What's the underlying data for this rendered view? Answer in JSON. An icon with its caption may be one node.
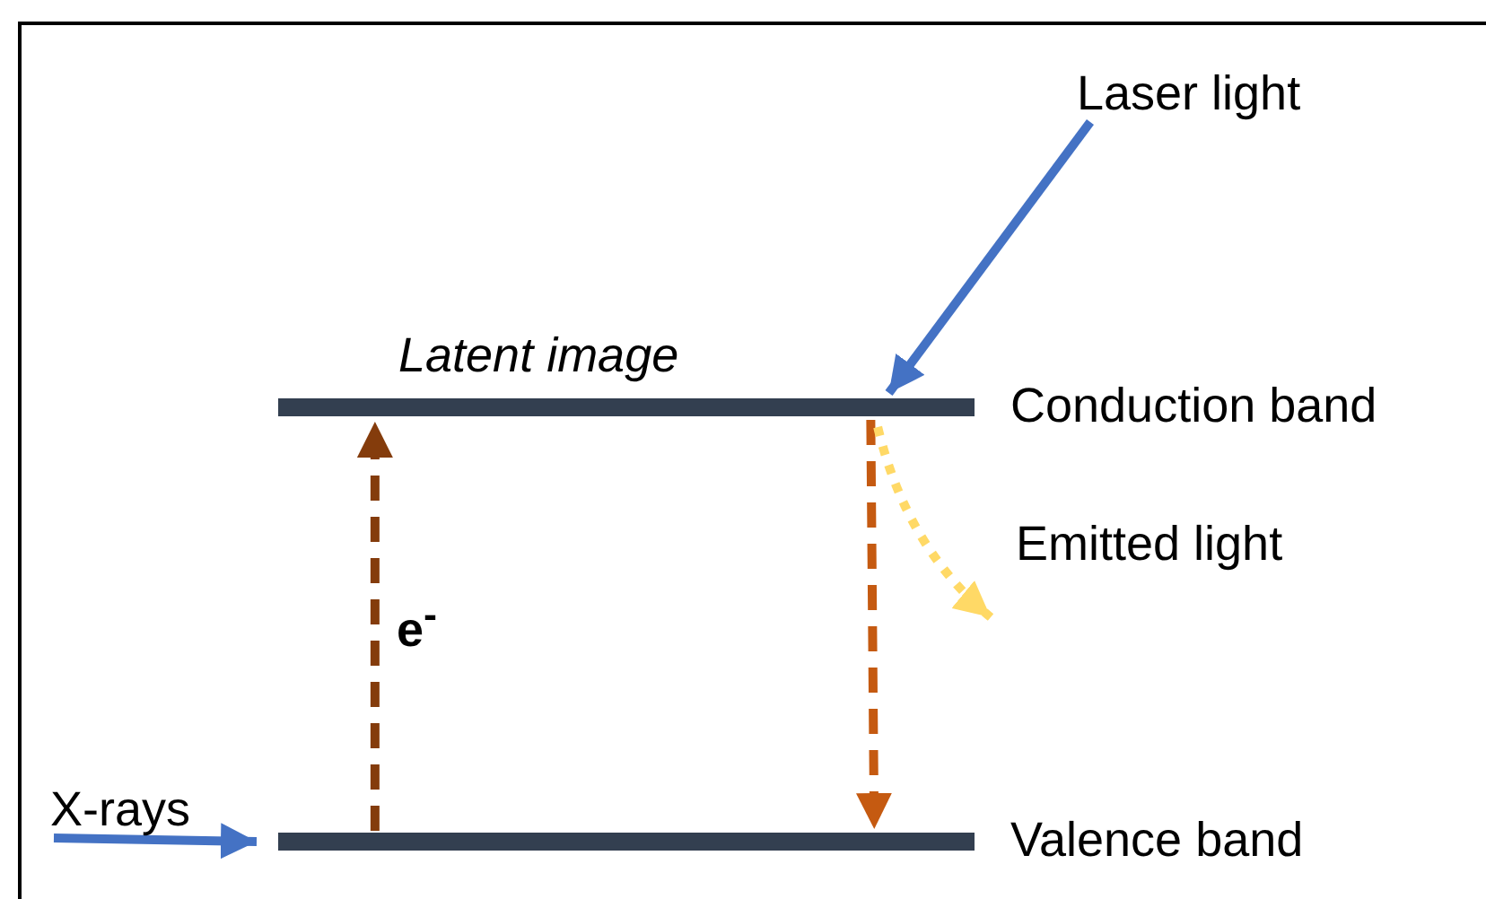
{
  "diagram": {
    "nodes": [
      {
        "text": [
          "Conduction band"
        ],
        "beside": [
          "Latent image"
        ]
      },
      {
        "text": [
          "Valence band"
        ]
      },
      {
        "text": [
          "Laser light"
        ]
      },
      {
        "text": [
          "X-rays"
        ]
      }
    ],
    "edges": [
      {
        "from": 2,
        "to": 0,
        "arrow": "to",
        "color": "#4472c4"
      },
      {
        "from": 3,
        "to": 1,
        "arrow": "to",
        "color": "#4472c4"
      },
      {
        "from": 1,
        "to": 0,
        "arrow": "to",
        "label": "e$^{-}$",
        "style": "dashed",
        "color": "#843c0c"
      },
      {
        "from": 0,
        "to": 1,
        "arrow": "to",
        "style": "dashed",
        "color": "#c55a11"
      },
      {
        "from": 0,
        "to": null,
        "arrow": "to",
        "label": "Emitted light",
        "style": "dashed",
        "color": "#ffd966"
      }
    ]
  }
}
